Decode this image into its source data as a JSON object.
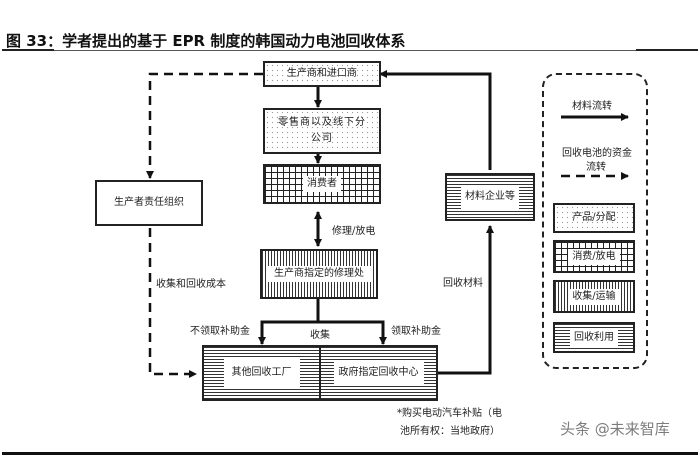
{
  "title": "图 33：学者提出的基于 EPR 制度的韩国动力电池回收体系",
  "nodes": {
    "manufacturer": "生产商和进口商",
    "retailer": "零售商以及线下分公司",
    "consumer": "消费者",
    "repair_shop": "生产商指定的修理处",
    "other_plant": "其他回收工厂",
    "gov_center": "政府指定回收中心",
    "epr_org": "生产者责任组织",
    "material_co": "材料企业等"
  },
  "edge_labels": {
    "repair_discharge": "修理/放电",
    "collect": "收集",
    "no_subsidy": "不领取补助金",
    "subsidy": "领取补助金",
    "collect_recycle_cost": "收集和回收成本",
    "recycled_material": "回收材料"
  },
  "footnote": "*购买电动汽车补贴（电池所有权：当地政府）",
  "footnote_lines": [
    "*购买电动汽车补贴（电",
    "池所有权：当地政府）"
  ],
  "legend": {
    "material_flow": "材料流转",
    "fund_flow_line1": "回收电池的资金",
    "fund_flow_line2": "流转",
    "product_distribution": "产品/分配",
    "consume_discharge": "消费/放电",
    "collect_transport": "收集/运输",
    "recycle_use": "回收利用"
  },
  "watermark": "头条 @未来智库"
}
